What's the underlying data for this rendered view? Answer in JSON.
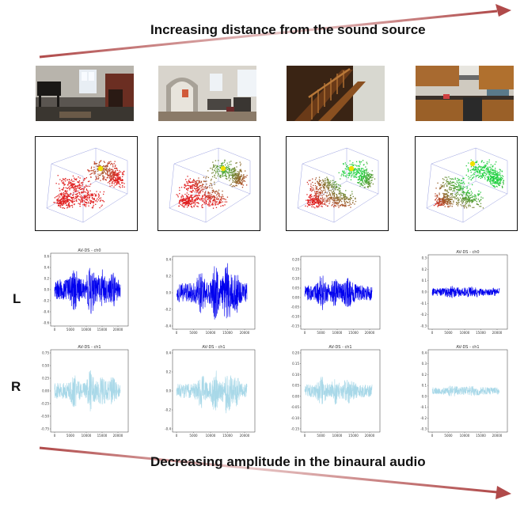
{
  "captions": {
    "top": "Increasing distance from the sound source",
    "bottom": "Decreasing amplitude in the binaural audio"
  },
  "row_labels": {
    "left": "L",
    "right": "R"
  },
  "colors": {
    "arrow": "#b04a4a",
    "left_channel": "#0000ee",
    "right_channel": "#a8d8e8",
    "pointcloud_far": "#e02020",
    "pointcloud_near": "#20d040",
    "source_marker": "#f0e000"
  },
  "columns": [
    {
      "photo": "living-room-with-piano-and-fireplace",
      "left_plot": {
        "title": "AV-DS - ch0",
        "yticks": [
          "0.6",
          "0.4",
          "0.2",
          "0.0",
          "-0.2",
          "-0.4",
          "-0.6"
        ],
        "xticks": [
          "0",
          "5000",
          "10000",
          "15000",
          "20000"
        ]
      },
      "right_plot": {
        "title": "AV-DS - ch1",
        "yticks": [
          "0.75",
          "0.50",
          "0.25",
          "0.00",
          "-0.25",
          "-0.50",
          "-0.75"
        ],
        "xticks": [
          "0",
          "5000",
          "10000",
          "15000",
          "20000"
        ]
      }
    },
    {
      "photo": "living-room-with-archway",
      "left_plot": {
        "title": "",
        "yticks": [
          "0.4",
          "0.2",
          "0.0",
          "-0.2",
          "-0.4"
        ],
        "xticks": [
          "0",
          "5000",
          "10000",
          "15000",
          "20000"
        ]
      },
      "right_plot": {
        "title": "AV-DS - ch1",
        "yticks": [
          "0.4",
          "0.2",
          "0.0",
          "-0.2",
          "-0.4"
        ],
        "xticks": [
          "0",
          "5000",
          "10000",
          "15000",
          "20000"
        ]
      }
    },
    {
      "photo": "wooden-staircase",
      "left_plot": {
        "title": "",
        "yticks": [
          "0.20",
          "0.15",
          "0.10",
          "0.05",
          "0.00",
          "-0.05",
          "-0.10",
          "-0.15"
        ],
        "xticks": [
          "0",
          "5000",
          "10000",
          "15000",
          "20000"
        ]
      },
      "right_plot": {
        "title": "AV-DS - ch1",
        "yticks": [
          "0.20",
          "0.15",
          "0.10",
          "0.05",
          "0.00",
          "-0.05",
          "-0.10",
          "-0.15"
        ],
        "xticks": [
          "0",
          "5000",
          "10000",
          "15000",
          "20000"
        ]
      }
    },
    {
      "photo": "kitchen-with-cabinets",
      "left_plot": {
        "title": "AV-DS - ch0",
        "yticks": [
          "0.3",
          "0.2",
          "0.1",
          "0.0",
          "-0.1",
          "-0.2",
          "-0.3"
        ],
        "xticks": [
          "0",
          "5000",
          "10000",
          "15000",
          "20000"
        ]
      },
      "right_plot": {
        "title": "AV-DS - ch1",
        "yticks": [
          "0.4",
          "0.3",
          "0.2",
          "0.1",
          "0.0",
          "-0.1",
          "-0.2",
          "-0.3"
        ],
        "xticks": [
          "0",
          "5000",
          "10000",
          "15000",
          "20000"
        ]
      }
    }
  ]
}
